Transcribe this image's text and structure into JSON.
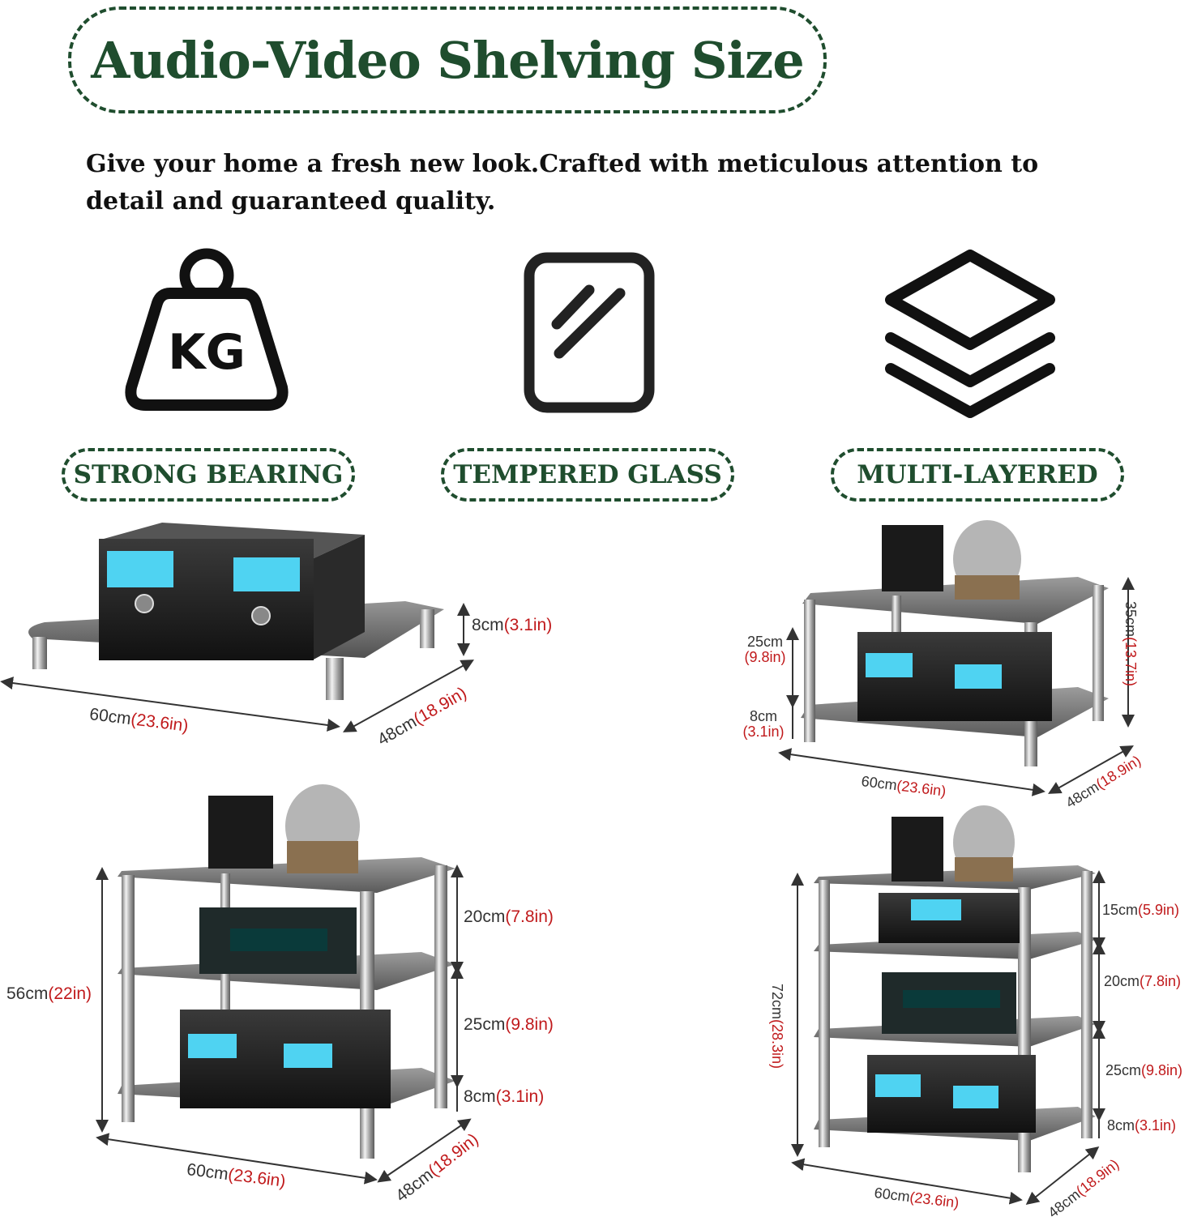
{
  "header": {
    "title": "Audio-Video Shelving Size",
    "tagline_line1": "Give your home a fresh new look.Crafted with meticulous attention to",
    "tagline_line2": "detail and guaranteed quality."
  },
  "features": [
    {
      "icon": "kg-weight-icon",
      "icon_text": "KG",
      "label": "STRONG BEARING"
    },
    {
      "icon": "glass-panel-icon",
      "label": "TEMPERED GLASS"
    },
    {
      "icon": "layers-icon",
      "label": "MULTI-LAYERED"
    }
  ],
  "colors": {
    "brand_green": "#1f4d2e",
    "inch_red": "#c0191b"
  },
  "products": {
    "one_tier": {
      "height_cm": "8cm",
      "height_in": "(3.1in)",
      "width_cm": "60cm",
      "width_in": "(23.6in)",
      "depth_cm": "48cm",
      "depth_in": "(18.9in)"
    },
    "two_tier": {
      "gap_cm": "25cm",
      "gap_in": "(9.8in)",
      "foot_cm": "8cm",
      "foot_in": "(3.1in)",
      "total_cm": "35cm",
      "total_in": "(13.7in)",
      "width_cm": "60cm",
      "width_in": "(23.6in)",
      "depth_cm": "48cm",
      "depth_in": "(18.9in)"
    },
    "three_tier": {
      "total_cm": "56cm",
      "total_in": "(22in)",
      "top_cm": "20cm",
      "top_in": "(7.8in)",
      "mid_cm": "25cm",
      "mid_in": "(9.8in)",
      "foot_cm": "8cm",
      "foot_in": "(3.1in)",
      "width_cm": "60cm",
      "width_in": "(23.6in)",
      "depth_cm": "48cm",
      "depth_in": "(18.9in)"
    },
    "four_tier": {
      "total_cm": "72cm",
      "total_in": "(28.3in)",
      "top_cm": "15cm",
      "top_in": "(5.9in)",
      "second_cm": "20cm",
      "second_in": "(7.8in)",
      "third_cm": "25cm",
      "third_in": "(9.8in)",
      "foot_cm": "8cm",
      "foot_in": "(3.1in)",
      "width_cm": "60cm",
      "width_in": "(23.6in)",
      "depth_cm": "48cm",
      "depth_in": "(18.9in)"
    }
  }
}
